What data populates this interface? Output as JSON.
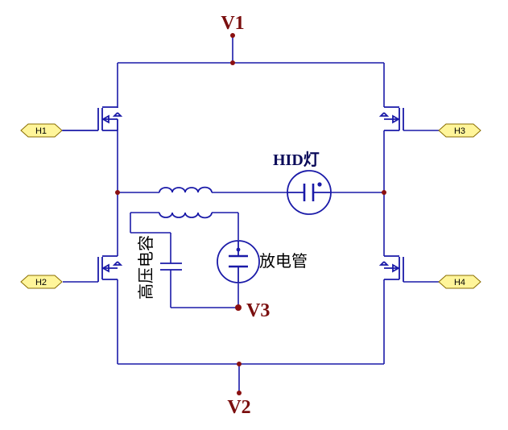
{
  "nodes": {
    "v1": "V1",
    "v2": "V2",
    "v3": "V3"
  },
  "ports": {
    "h1": "H1",
    "h2": "H2",
    "h3": "H3",
    "h4": "H4"
  },
  "components": {
    "hid_lamp": "HID灯",
    "discharge_tube": "放电管",
    "hv_capacitor": "高压电容"
  },
  "colors": {
    "wire": "#1a1aa8",
    "node_label": "#7a0e0e",
    "port_fill": "#fff59a",
    "junction": "#8b1010"
  }
}
